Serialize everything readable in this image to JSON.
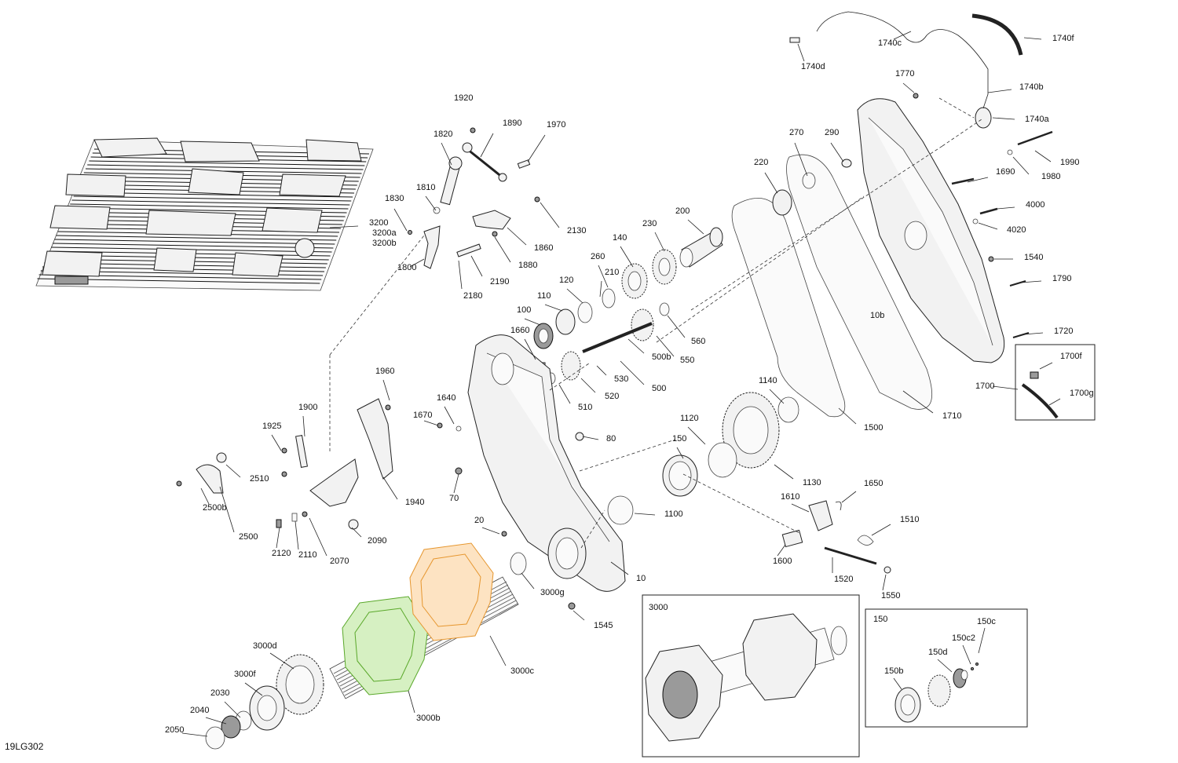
{
  "diagram": {
    "drawing_code": "19LG302",
    "callouts": [
      "1920",
      "1890",
      "1970",
      "1820",
      "1810",
      "1830",
      "1800",
      "1860",
      "2130",
      "1880",
      "2190",
      "2180",
      "270",
      "290",
      "220",
      "200",
      "230",
      "140",
      "260",
      "210",
      "120",
      "110",
      "100",
      "1660",
      "560",
      "550",
      "500b",
      "530",
      "500",
      "520",
      "510",
      "1740c",
      "1740f",
      "1740d",
      "1770",
      "1740b",
      "1740a",
      "1990",
      "1980",
      "1690",
      "4000",
      "4020",
      "1540",
      "1790",
      "10b",
      "1720",
      "1700f",
      "1700",
      "1700g",
      "3200",
      "3200a",
      "3200b",
      "1960",
      "1900",
      "1925",
      "1640",
      "1670",
      "80",
      "70",
      "20",
      "10",
      "1140",
      "1120",
      "1130",
      "150",
      "1500",
      "1710",
      "1100",
      "1650",
      "1610",
      "1510",
      "1600",
      "1520",
      "1550",
      "2510",
      "2500b",
      "2500",
      "1940",
      "2120",
      "2110",
      "2070",
      "2090",
      "3000g",
      "1545",
      "3000c",
      "3000d",
      "3000f",
      "2030",
      "2040",
      "2050",
      "3000b"
    ],
    "inset_3000": "3000",
    "inset_150": [
      "150",
      "150c",
      "150c2",
      "150d",
      "150b"
    ],
    "colors": {
      "green_sprocket": "#5aa82a",
      "orange_sprocket": "#e6962e",
      "ink": "#111111"
    }
  }
}
